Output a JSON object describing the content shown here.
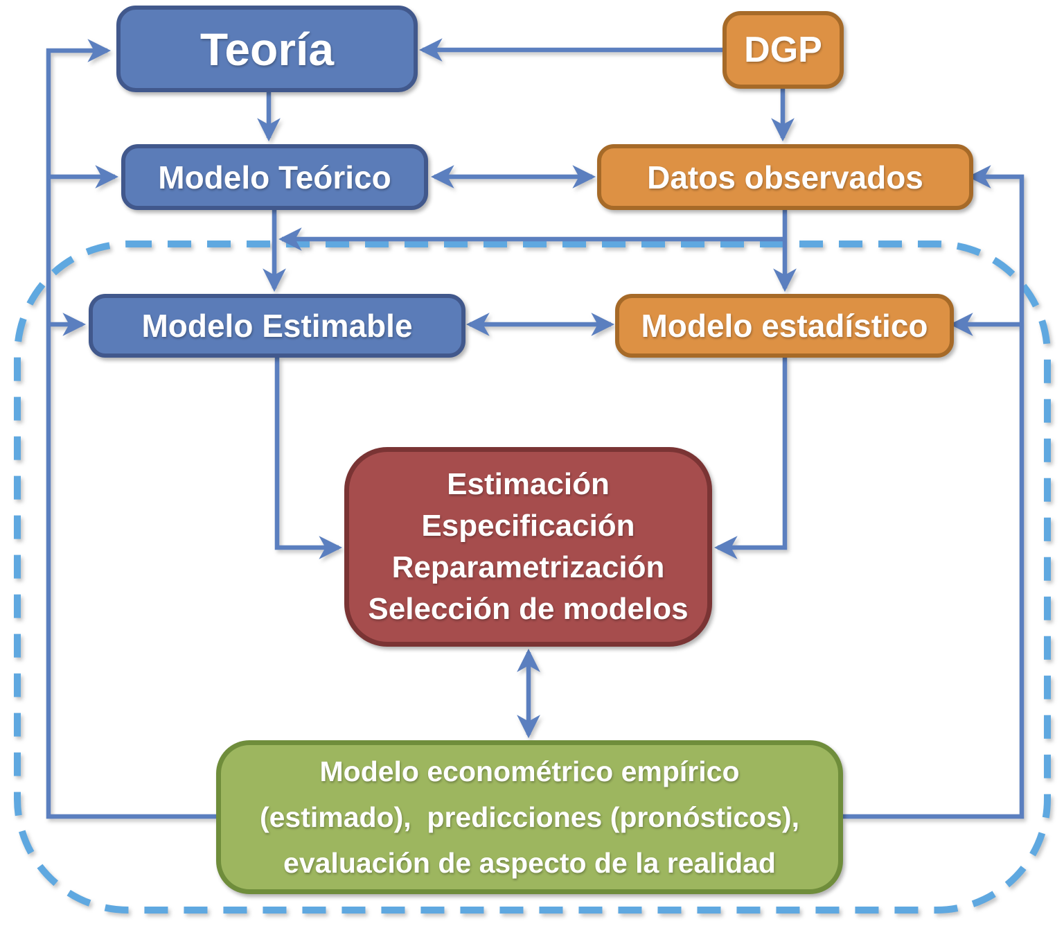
{
  "diagram": {
    "description": "Flowchart of econometric modelling process inside a dashed boundary"
  },
  "colors": {
    "background": "#FFFFFF",
    "text": "#FFFFFF",
    "blue_fill": "#5B7CB8",
    "blue_border": "#41588C",
    "orange_fill": "#DD9144",
    "orange_border": "#A66A28",
    "red_fill": "#A64D4D",
    "red_border": "#7A3434",
    "green_fill": "#9DB65F",
    "green_border": "#6F8D3B",
    "connector": "#5B7FBF",
    "dashed": "#5FA8E0"
  },
  "boxes": {
    "teoria": {
      "label": "Teoría"
    },
    "dgp": {
      "label": "DGP"
    },
    "modelo_teorico": {
      "label": "Modelo Teórico"
    },
    "datos_observados": {
      "label": "Datos observados"
    },
    "modelo_estimable": {
      "label": "Modelo Estimable"
    },
    "modelo_estadistico": {
      "label": "Modelo estadístico"
    },
    "procesos": {
      "lines": [
        "Estimación",
        "Especificación",
        "Reparametrización",
        "Selección de modelos"
      ]
    },
    "resultado": {
      "lines": [
        "Modelo econométrico empírico",
        "(estimado),  predicciones (pronósticos),",
        "evaluación de aspecto de la realidad"
      ]
    }
  }
}
